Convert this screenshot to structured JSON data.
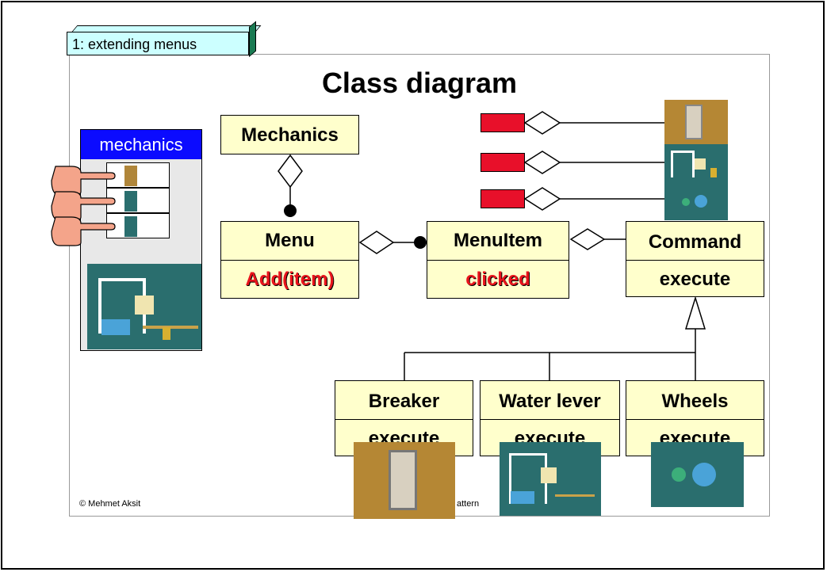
{
  "tab_label": "1: extending menus",
  "title": "Class diagram",
  "footer_left": "© Mehmet Aksit",
  "footer_right": "attern",
  "menu_window": {
    "title": "mechanics"
  },
  "classes": {
    "mechanics": {
      "name": "Mechanics"
    },
    "menu": {
      "name": "Menu",
      "method": "Add(item)"
    },
    "menuitem": {
      "name": "MenuItem",
      "method": "clicked"
    },
    "command": {
      "name": "Command",
      "method": "execute"
    },
    "breaker": {
      "name": "Breaker",
      "method": "execute"
    },
    "water_lever": {
      "name": "Water lever",
      "method": "execute"
    },
    "wheels": {
      "name": "Wheels",
      "method": "execute"
    }
  },
  "colors": {
    "class_fill": "#ffffcc",
    "menu_title": "#0b0bff",
    "red": "#e8102a",
    "tag_fill": "#ccffff",
    "icon_bg": "#2a6e6e"
  },
  "icons": [
    "breaker-icon",
    "water-lever-icon",
    "wheels-icon",
    "pointing-hand-icon"
  ]
}
